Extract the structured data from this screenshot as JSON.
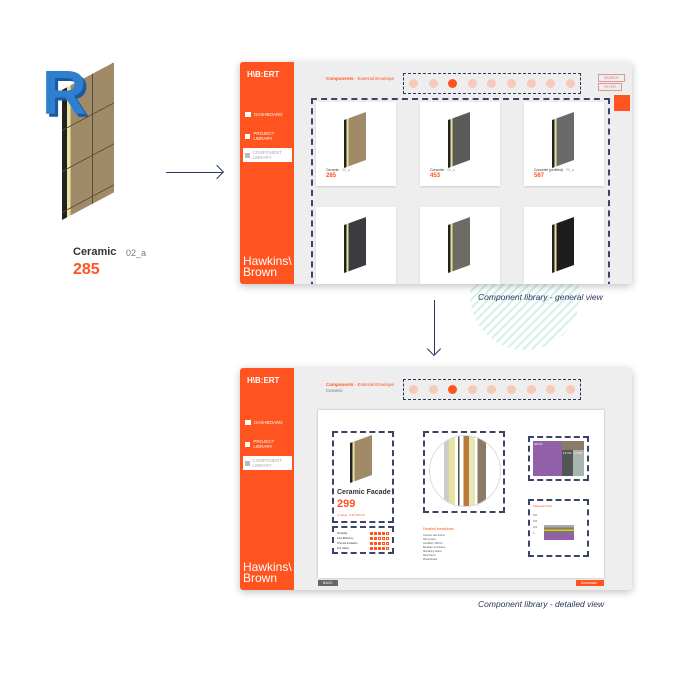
{
  "left": {
    "revit_logo": "R",
    "name": "Ceramic",
    "code": "02_a",
    "value": "285"
  },
  "app": {
    "logo": "H\\B:ERT",
    "nav": [
      "DASHBOARD",
      "PROJECT LIBRARY",
      "COMPONENT LIBRARY"
    ],
    "brand": "Hawkins\\ Brown",
    "crumb_bold": "Components",
    "crumb_rest": " - External Envelope",
    "search": "SEARCH",
    "filter": "FILTER"
  },
  "general": {
    "caption": "Component library - general view",
    "cards": [
      {
        "name": "Ceramic",
        "code": "02_a",
        "value": "285",
        "color": "#a08a68"
      },
      {
        "name": "Concrete",
        "code": "03_a",
        "value": "453",
        "color": "#5a5a58"
      },
      {
        "name": "Concrete (profiled)",
        "code": "03_a",
        "value": "567",
        "color": "#6a6a68"
      },
      {
        "color": "#3a3c40"
      },
      {
        "color": "#6e6a64"
      },
      {
        "color": "#1e1c1c"
      }
    ]
  },
  "detail": {
    "caption": "Component library - detailed view",
    "subcrumb": "Ceramic",
    "title": "Ceramic Facade",
    "value": "299",
    "uvalue": "U-value: 0.30 W/m²K",
    "ratings": [
      {
        "label": "Durability",
        "score": 4
      },
      {
        "label": "Cost Efficiency",
        "score": 2
      },
      {
        "label": "Thermal Insulation",
        "score": 3
      },
      {
        "label": "Fire Safety",
        "score": 4
      }
    ],
    "breakdown_title": "Detailed breakdown",
    "breakdown_lines": [
      "Ceramic tiles 10mm",
      "Rail system",
      "Insulation 150mm",
      "Breather membrane",
      "Sheathing board",
      "Steel frame",
      "Plasterboard"
    ],
    "treemap": [
      "38.6%",
      "13.1%",
      "17.5%"
    ],
    "material_chart": "Material Chart",
    "chart_ticks": [
      "300",
      "200",
      "100",
      "0"
    ],
    "back": "BACK",
    "download": "Download"
  }
}
